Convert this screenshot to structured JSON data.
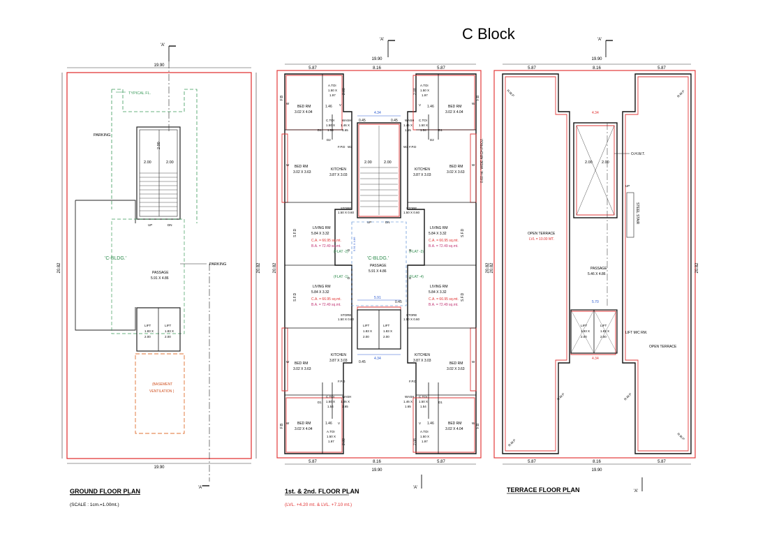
{
  "title": "C Block",
  "section_mark": "'A'",
  "ground": {
    "caption": "GROUND FLOOR PLAN",
    "scale": "(SCALE : 1cm.=1.00mt.)",
    "dim_width": "19.90",
    "dim_depth": "20.82",
    "typical": "TYPICAL FL.",
    "parking": "PARKING",
    "building": "'C-BLDG.'",
    "passage": "PASSAGE",
    "passage_size": "5.91 X 4.86",
    "stair_dim": "2.00",
    "lift": "LIFT",
    "lift_size": "1.83 X",
    "lift_size2": "2.00",
    "basement": "(BASEMENT",
    "ventilation": "VENTILATION )",
    "up": "UP",
    "dn": "DN"
  },
  "typical": {
    "caption": "1st. & 2nd. FLOOR PLAN",
    "levels": "(LVL. +4.20 mt. & LVL. +7.10 mt.)",
    "dim_left": "5.87",
    "dim_mid": "8.16",
    "dim_right": "5.87",
    "dim_total": "19.90",
    "dim_depth": "20.82",
    "bed_rm": "BED RM",
    "bed1_size": "3.02 X 4.04",
    "bed2_size": "3.02 X 3.63",
    "kitchen": "KITCHEN",
    "kitchen_size": "3.87 X 3.03",
    "living": "LIVING RM",
    "living_size": "5.84 X 3.32",
    "ca": "C.A. = 66.95 sq.mt.",
    "ba": "B.A. = 72.49 sq.mt.",
    "flat1": "(FLAT -1)",
    "flat2": "(FLAT -2)",
    "flat3": "(FLAT -3)",
    "flat4": "(FLAT -4)",
    "atoi": "A.TOI",
    "atoi_size": "1.50 X",
    "atoi_size2": "1.97",
    "ctoi": "C.TOI",
    "ctoi_size": "1.50 X",
    "ctoi_size2": "1.54",
    "wash": "WASH",
    "wash_size": "1.46 X",
    "wash_size2": "1.65",
    "store": "STORE",
    "store_size": "1.50 X 0.60",
    "building": "'C-BLDG.'",
    "passage": "PASSAGE",
    "passage_size": "5.91 X 4.86",
    "arch": "0.60 mt. WIDE ARCH PROJ.",
    "dim_434": "4.34",
    "dim_146": "1.46",
    "dim_045": "0.45",
    "dim_591": "5.91",
    "dim_200": "2.00",
    "dim_208": "2.08",
    "fpd": "F.P.D",
    "sfd": "S.F.D",
    "fb": "F.B",
    "w": "W",
    "v": "V",
    "d": "D",
    "d1": "D1",
    "d2": "D2",
    "w2": "W2",
    "up": "UP",
    "dn": "DN"
  },
  "terrace": {
    "caption": "TERRACE  FLOOR PLAN",
    "dim_left": "5.87",
    "dim_mid": "8.16",
    "dim_right": "5.87",
    "dim_total": "19.90",
    "dim_depth": "20.82",
    "open_terrace": "OPEN TERRACE",
    "lvl": "LVL = 10.00 MT.",
    "ohwt": "O.H.W.T.",
    "passage": "PASSAGE",
    "passage_size": "5.46 X 4.86",
    "lift": "LIFT",
    "lift_size": "1.83 X",
    "lift_size2": "2.00",
    "lift_mc": "LIFT M/C RM.",
    "steel_stair": "STEEL STAIR",
    "open_terrace2": "OPEN TERRACE",
    "rwp": "R.W.P",
    "up": "UP",
    "dim_570": "5.70",
    "dim_434": "4.34"
  }
}
